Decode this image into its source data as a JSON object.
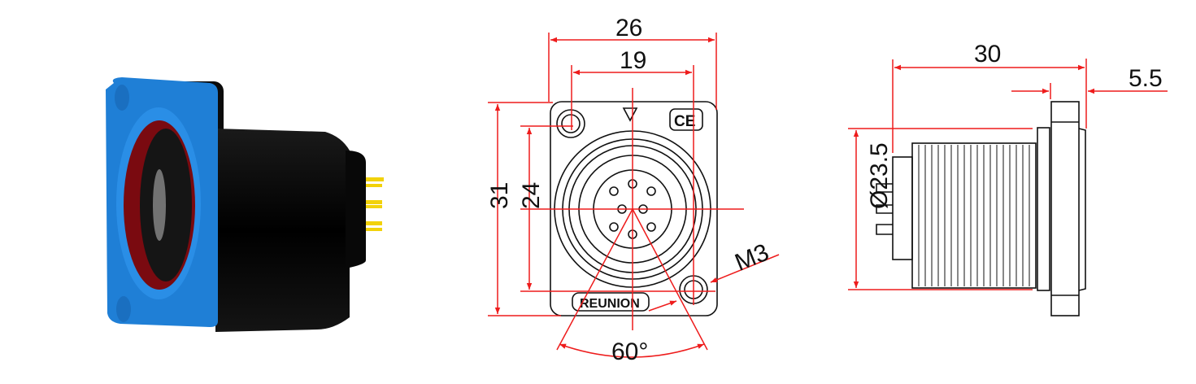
{
  "figure": {
    "title": "",
    "views": [
      {
        "name": "3d-render",
        "description": "Blue-flanged panel mount circular connector with black threaded body and gold pins"
      },
      {
        "name": "front-view",
        "labels": {
          "width": "26",
          "hole_spacing_x": "19",
          "height": "31",
          "hole_spacing_y": "24",
          "thread": "M3",
          "angle": "60°",
          "brand": "REUNION",
          "mark": "CE"
        }
      },
      {
        "name": "side-view",
        "labels": {
          "length": "30",
          "flange": "5.5",
          "diameter": "Ø23.5"
        }
      }
    ]
  },
  "colors": {
    "dimension": "#ee1c1c",
    "outline": "#111111",
    "flange": "#1f7fd6",
    "body": "#0d0d0d",
    "insert": "#8b0f14",
    "pins": "#f2d20a"
  }
}
